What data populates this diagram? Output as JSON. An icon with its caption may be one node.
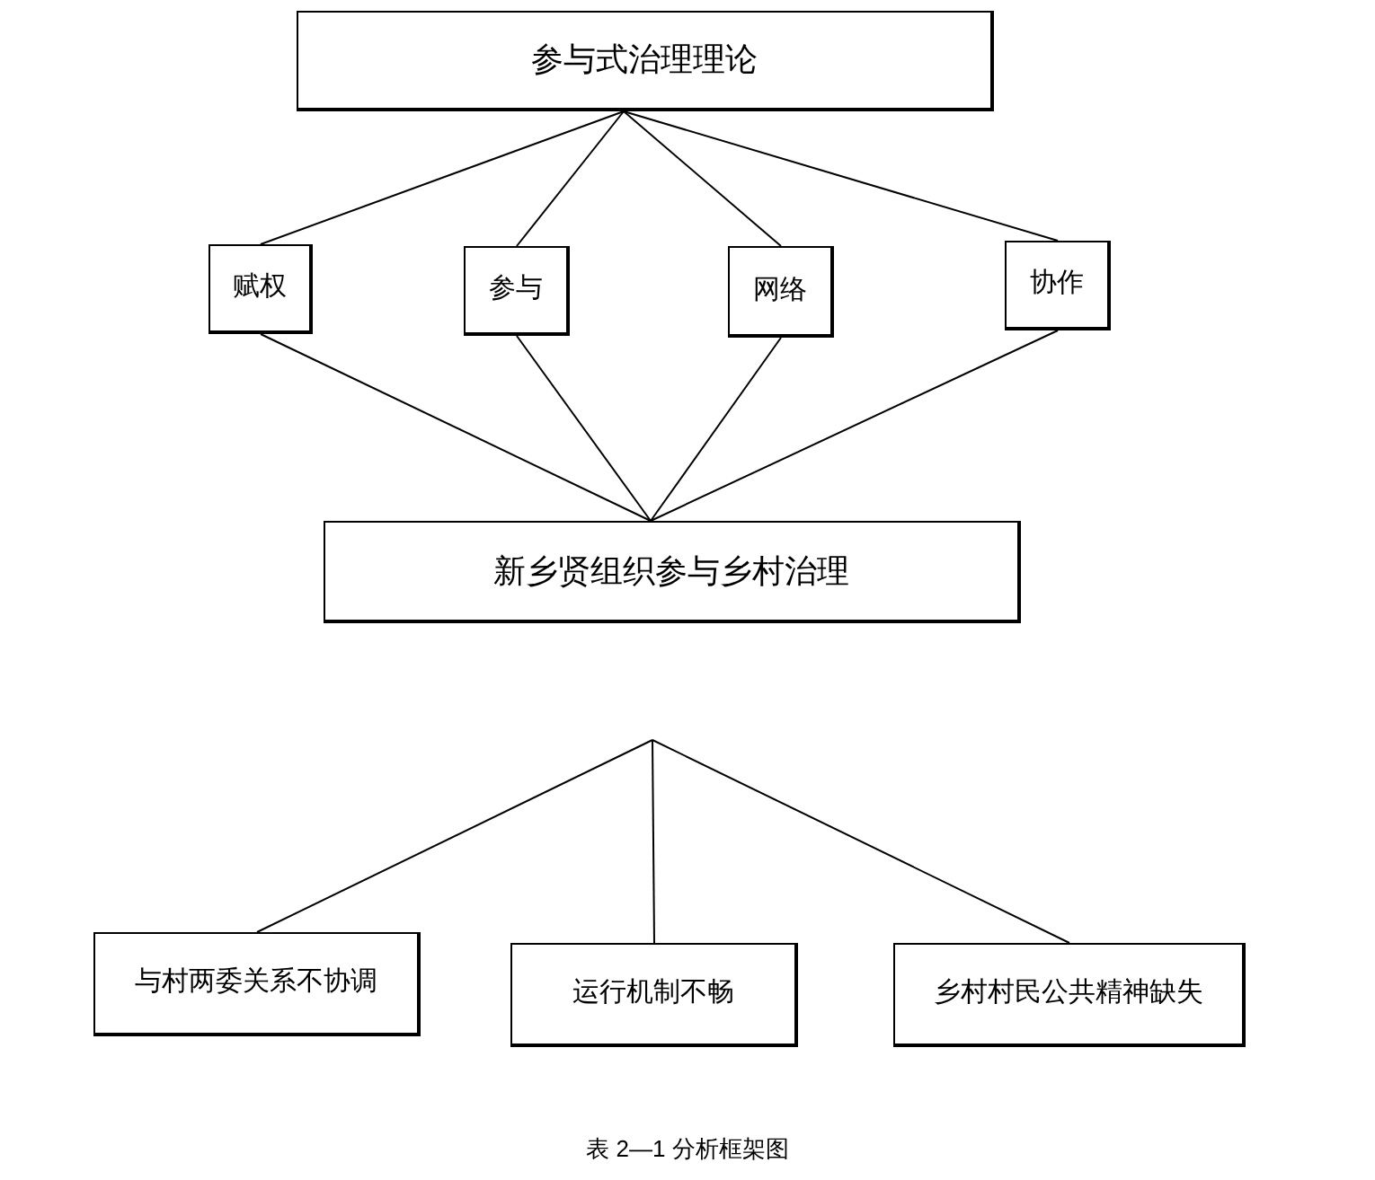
{
  "diagram": {
    "caption": "表 2—1 分析框架图",
    "nodes": [
      {
        "text": [
          "参与式治理理论"
        ]
      },
      {
        "text": [
          "赋权"
        ]
      },
      {
        "text": [
          "参与"
        ]
      },
      {
        "text": [
          "网络"
        ]
      },
      {
        "text": [
          "协作"
        ]
      },
      {
        "text": [
          "新乡贤组织参与乡村治理"
        ]
      },
      {
        "text": [
          "与村两委关系不协调"
        ]
      },
      {
        "text": [
          "运行机制不畅"
        ]
      },
      {
        "text": [
          "乡村村民公共精神缺失"
        ]
      }
    ],
    "edges": [
      {
        "from": 0,
        "to": 1,
        "arrow": "none"
      },
      {
        "from": 0,
        "to": 2,
        "arrow": "none"
      },
      {
        "from": 0,
        "to": 3,
        "arrow": "none"
      },
      {
        "from": 0,
        "to": 4,
        "arrow": "none"
      },
      {
        "from": 1,
        "to": 5,
        "arrow": "none"
      },
      {
        "from": 2,
        "to": 5,
        "arrow": "none"
      },
      {
        "from": 3,
        "to": 5,
        "arrow": "none"
      },
      {
        "from": 4,
        "to": 5,
        "arrow": "none"
      },
      {
        "from": null,
        "to": 6,
        "arrow": "none"
      },
      {
        "from": null,
        "to": 7,
        "arrow": "none"
      },
      {
        "from": null,
        "to": 8,
        "arrow": "none"
      }
    ]
  }
}
